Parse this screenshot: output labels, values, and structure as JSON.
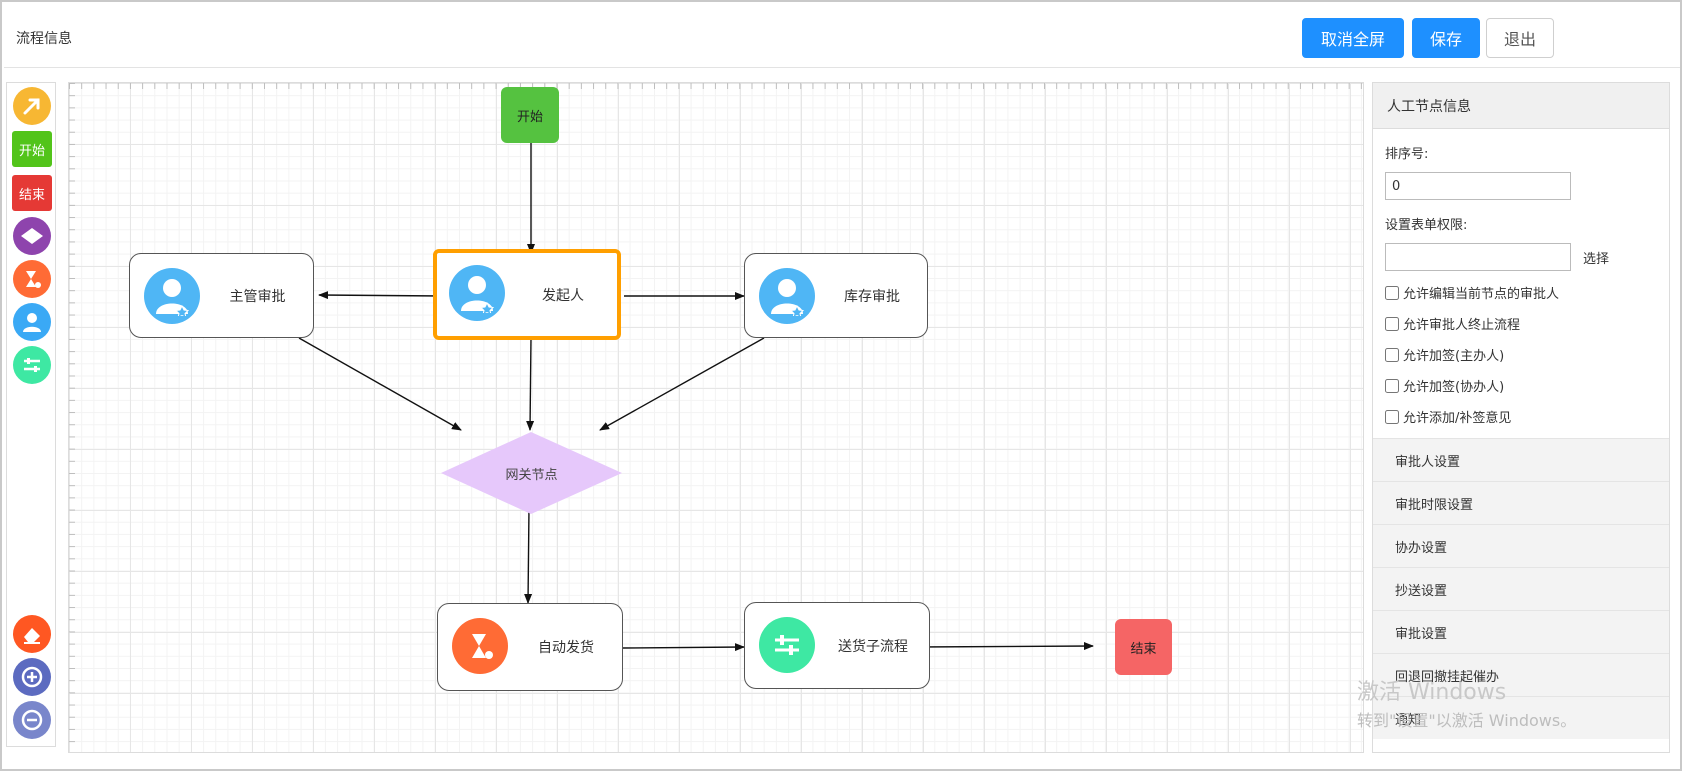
{
  "header": {
    "title": "流程信息",
    "buttons": {
      "fullscreen": "取消全屏",
      "save": "保存",
      "exit": "退出"
    }
  },
  "toolbar": {
    "tools": [
      {
        "icon": "arrow-icon",
        "color": "#f7b733"
      },
      {
        "label": "开始",
        "color": "#52c41a"
      },
      {
        "label": "结束",
        "color": "#e53935"
      },
      {
        "icon": "gateway-icon",
        "color": "#8e44ad"
      },
      {
        "icon": "auto-task-icon",
        "color": "#ff6b35"
      },
      {
        "icon": "user-task-icon",
        "color": "#3aa9f5"
      },
      {
        "icon": "subprocess-icon",
        "color": "#3ee8a3"
      },
      {
        "icon": "eraser-icon",
        "color": "#ff5722"
      },
      {
        "icon": "zoom-in-icon",
        "color": "#5c6bc0"
      },
      {
        "icon": "zoom-out-icon",
        "color": "#7986cb"
      }
    ]
  },
  "flow": {
    "start": "开始",
    "initiator": "发起人",
    "manager_approval": "主管审批",
    "stock_approval": "库存审批",
    "gateway": "网关节点",
    "auto_ship": "自动发货",
    "ship_subprocess": "送货子流程",
    "end": "结束",
    "colors": {
      "start": "#55c240",
      "end": "#f56565",
      "gateway": "#e6c8fb",
      "selected": "#ff9f00",
      "user_avatar": "#4fb6f5",
      "auto_task": "#ff6b35",
      "subprocess": "#3ee8a3"
    }
  },
  "panel": {
    "title": "人工节点信息",
    "order_label": "排序号:",
    "order_value": "0",
    "form_perm_label": "设置表单权限:",
    "form_perm_value": "",
    "select_link": "选择",
    "checkboxes": [
      "允许编辑当前节点的审批人",
      "允许审批人终止流程",
      "允许加签(主办人)",
      "允许加签(协办人)",
      "允许添加/补签意见"
    ],
    "sections": [
      "审批人设置",
      "审批时限设置",
      "协办设置",
      "抄送设置",
      "审批设置",
      "回退回撤挂起催办",
      "通知"
    ]
  },
  "watermark": {
    "line1": "激活 Windows",
    "line2": "转到\"设置\"以激活 Windows。"
  }
}
